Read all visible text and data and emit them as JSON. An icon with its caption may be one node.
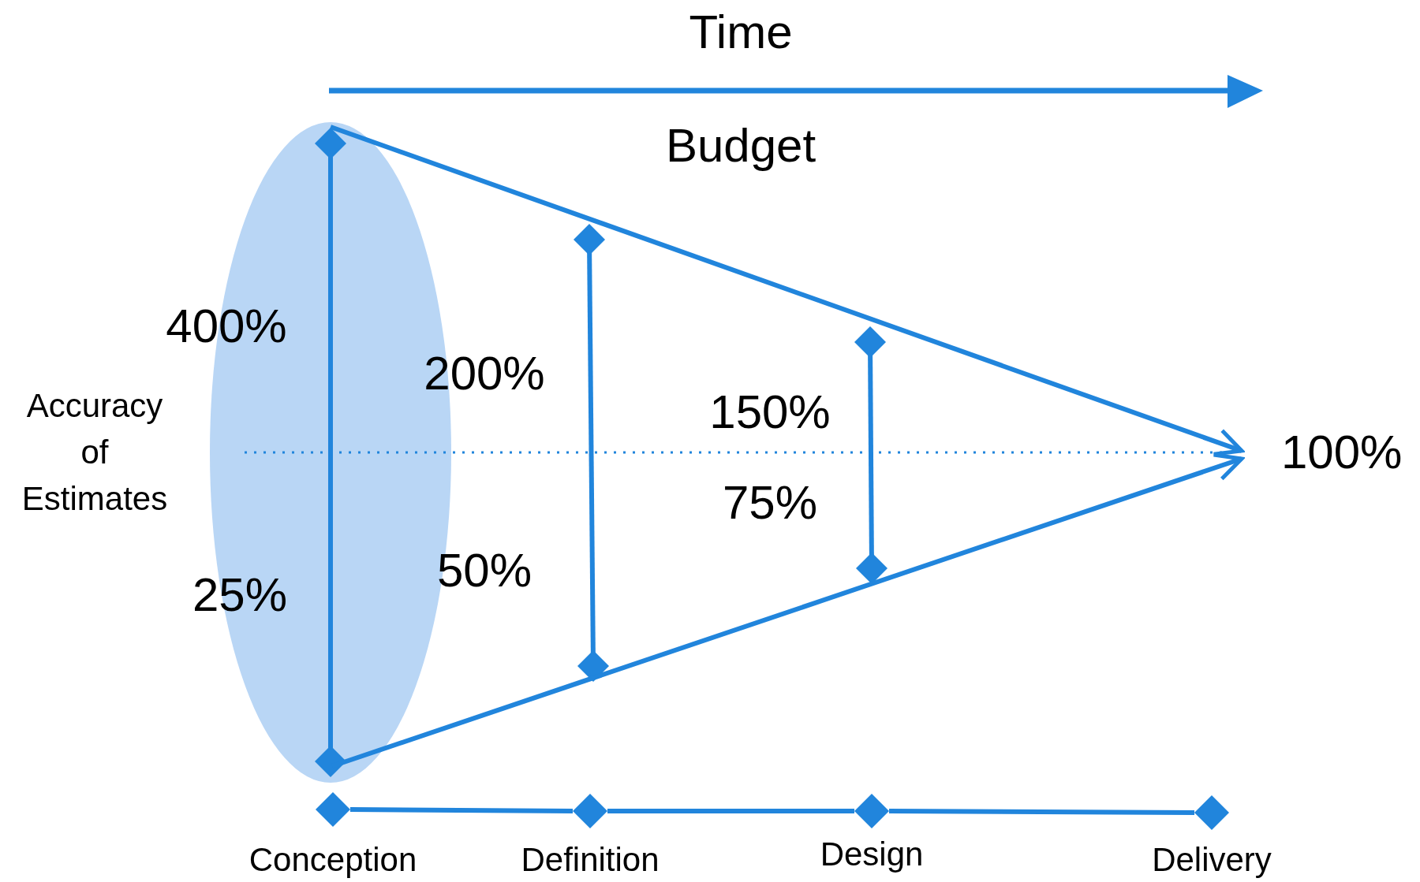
{
  "diagram": {
    "nodes": [
      {
        "text": [
          "Conception"
        ]
      },
      {
        "text": [
          "Definition"
        ]
      },
      {
        "text": [
          "Design"
        ]
      },
      {
        "text": [
          "Delivery"
        ]
      },
      {
        "text": [
          "100%"
        ]
      }
    ],
    "edges": [
      {
        "from": 0,
        "to": 1,
        "arrow": "none"
      },
      {
        "from": 1,
        "to": 2,
        "arrow": "none"
      },
      {
        "from": 2,
        "to": 3,
        "arrow": "none"
      },
      {
        "from": null,
        "to": 4,
        "arrow": "to"
      },
      {
        "from": null,
        "to": 4,
        "arrow": "to"
      }
    ],
    "labels": [
      "Time",
      "Budget",
      "400%",
      "Accuracy of Estimates",
      "200%",
      "150%",
      "75%",
      "50%",
      "25%"
    ]
  }
}
